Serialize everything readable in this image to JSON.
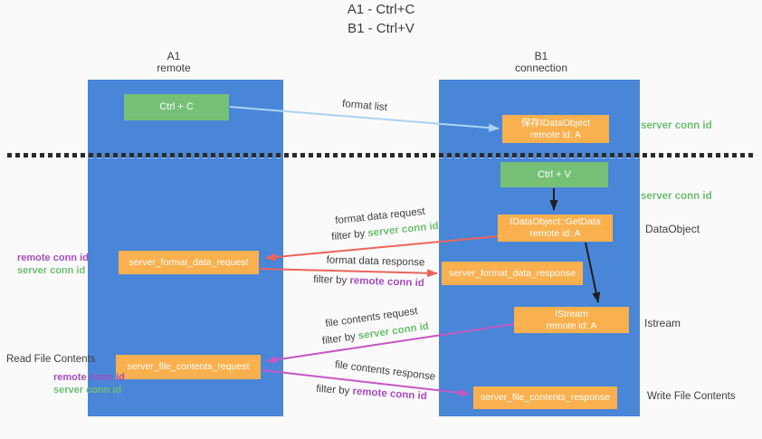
{
  "title": {
    "line1": "A1 - Ctrl+C",
    "line2": "B1 - Ctrl+V"
  },
  "lifelines": {
    "left": {
      "name": "A1",
      "subtitle": "remote"
    },
    "right": {
      "name": "B1",
      "subtitle": "connection"
    }
  },
  "boxes": {
    "ctrl_c": {
      "label": "Ctrl + C"
    },
    "ctrl_v": {
      "label": "Ctrl + V"
    },
    "save_dataobject": {
      "line1": "保存IDataObject",
      "line2": "remote id: A"
    },
    "getdata": {
      "line1": "IDataObject::GetData",
      "line2": "remote id: A"
    },
    "istream": {
      "line1": "IStream",
      "line2": "remote id: A"
    },
    "format_request": {
      "label": "server_format_data_request"
    },
    "format_response": {
      "label": "server_format_data_response"
    },
    "file_request": {
      "label": "server_file_contents_request"
    },
    "file_response": {
      "label": "server_file_contents_response"
    }
  },
  "side_labels": {
    "server_conn_id_top": "server conn id",
    "server_conn_id_mid": "server conn id",
    "dataobject": "DataObject",
    "istream": "Istream",
    "write_file_contents": "Write File Contents",
    "read_file_contents": "Read File Contents",
    "ids_top": {
      "remote": "remote conn id",
      "server": "server conn id"
    },
    "ids_bottom": {
      "remote": "remote conn id",
      "server": "server conn id"
    }
  },
  "arrows": {
    "format_list": {
      "label": "format list"
    },
    "format_data_request": {
      "label": "format data request",
      "filter_prefix": "filter by ",
      "filter_id": "server conn id"
    },
    "format_data_response": {
      "label": "format data response",
      "filter_prefix": "filter by ",
      "filter_id": "remote conn id"
    },
    "file_contents_request": {
      "label": "file contents request",
      "filter_prefix": "filter by ",
      "filter_id": "server conn id"
    },
    "file_contents_response": {
      "label": "file contents response",
      "filter_prefix": "filter by ",
      "filter_id": "remote conn id"
    }
  },
  "colors": {
    "lifeline_blue": "#4a86d8",
    "box_green": "#76c177",
    "box_orange": "#f9b04e",
    "id_green": "#6dbe71",
    "id_purple": "#a64dbe",
    "arrow_red": "#eb645a",
    "arrow_magenta": "#c557c4",
    "arrow_lightblue": "#a9d4f3",
    "arrow_black": "#1f1f1f",
    "text_dark": "#3d3d3d",
    "background": "#fafafa"
  }
}
